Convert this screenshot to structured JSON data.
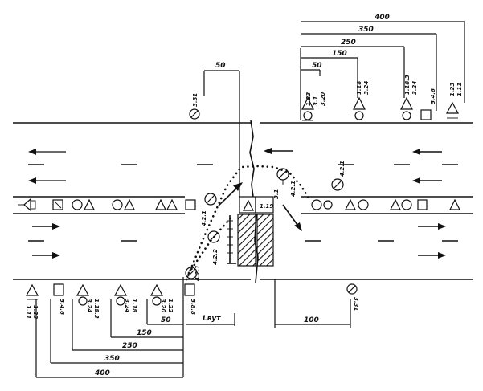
{
  "diagram": {
    "top_dims": [
      {
        "id": "t400",
        "label": "400"
      },
      {
        "id": "t350",
        "label": "350"
      },
      {
        "id": "t250",
        "label": "250"
      },
      {
        "id": "t150",
        "label": "150"
      },
      {
        "id": "t50",
        "label": "50"
      },
      {
        "id": "t50b",
        "label": "50"
      }
    ],
    "bottom_dims": [
      {
        "id": "b50",
        "label": "50"
      },
      {
        "id": "b150",
        "label": "150"
      },
      {
        "id": "b250",
        "label": "250"
      },
      {
        "id": "b350",
        "label": "350"
      },
      {
        "id": "b400",
        "label": "400"
      },
      {
        "id": "b100",
        "label": "100"
      },
      {
        "id": "blvyt",
        "label": "Lвут"
      }
    ],
    "top_sign_codes": [
      {
        "id": "tc1",
        "lines": [
          "1.23",
          "3.1",
          "3.20"
        ]
      },
      {
        "id": "tc2",
        "lines": [
          "1.18",
          "3.24"
        ]
      },
      {
        "id": "tc3",
        "lines": [
          "1.18.3",
          "3.24"
        ]
      },
      {
        "id": "tc4",
        "lines": [
          "5.4.6"
        ]
      },
      {
        "id": "tc5",
        "lines": [
          "1.23",
          "1.11"
        ]
      },
      {
        "id": "tc6",
        "lines": [
          "3.31"
        ]
      }
    ],
    "bottom_sign_codes": [
      {
        "id": "bc1",
        "lines": [
          "1.23",
          "1.11"
        ]
      },
      {
        "id": "bc2",
        "lines": [
          "5.4.6"
        ]
      },
      {
        "id": "bc3",
        "lines": [
          "1.18.3",
          "3.24"
        ]
      },
      {
        "id": "bc4",
        "lines": [
          "1.18",
          "3.24"
        ]
      },
      {
        "id": "bc5",
        "lines": [
          "1.22",
          "3.20"
        ]
      },
      {
        "id": "bc6",
        "lines": [
          "5.8.8"
        ]
      },
      {
        "id": "bc7",
        "lines": [
          "3.31"
        ]
      }
    ],
    "median_codes": [
      {
        "id": "mc1",
        "label": "4.2.1"
      },
      {
        "id": "mc2",
        "label": "4.2.1"
      },
      {
        "id": "mc3",
        "label": "4.2.2"
      },
      {
        "id": "mc4",
        "label": "4.2.1"
      },
      {
        "id": "mc5",
        "label": "1.19"
      },
      {
        "id": "mc6",
        "label": "3.1"
      },
      {
        "id": "mc7",
        "label": "4.2.1"
      }
    ]
  }
}
